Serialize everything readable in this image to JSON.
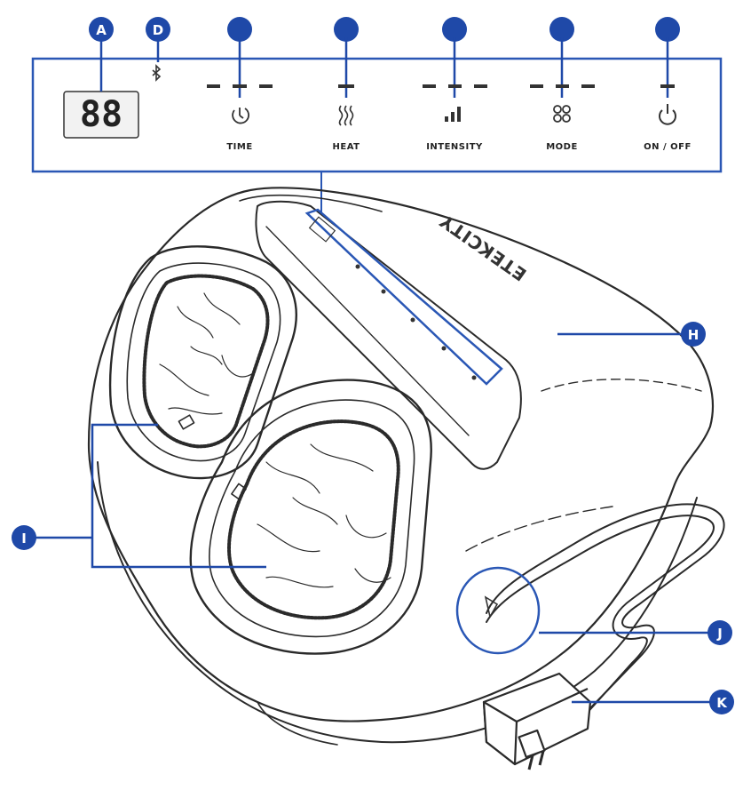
{
  "colors": {
    "accent": "#1f49a8",
    "line": "#2a2a2a",
    "panel_frame": "#2a57b5"
  },
  "display": {
    "digits": "88"
  },
  "top_callouts": {
    "a": "A",
    "d": "D"
  },
  "buttons": [
    {
      "label": "TIME",
      "icon": "timer-icon"
    },
    {
      "label": "HEAT",
      "icon": "heat-icon"
    },
    {
      "label": "INTENSITY",
      "icon": "intensity-icon"
    },
    {
      "label": "MODE",
      "icon": "mode-icon"
    },
    {
      "label": "ON / OFF",
      "icon": "power-icon"
    }
  ],
  "bluetooth_icon": "bluetooth-icon",
  "brand_logo_text": "ETEKCITY",
  "side_callouts": {
    "h": "H",
    "i": "I",
    "j": "J",
    "k": "K"
  }
}
